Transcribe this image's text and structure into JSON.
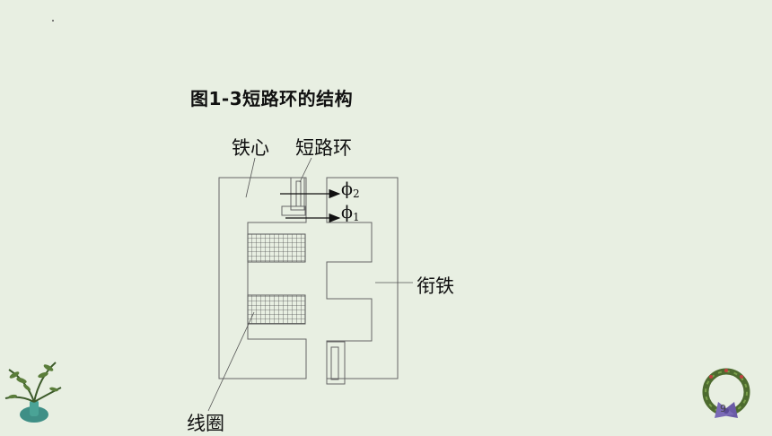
{
  "title": "图1-3短路环的结构",
  "labels": {
    "core": "铁心",
    "shading_ring": "短路环",
    "armature": "衔铁",
    "coil": "线圈"
  },
  "flux": {
    "phi2_symbol": "ϕ",
    "phi2_sub": "2",
    "phi1_symbol": "ϕ",
    "phi1_sub": "1"
  },
  "page_number": "9",
  "icons": [
    "fern-plant-icon",
    "wreath-icon"
  ],
  "colors": {
    "background": "#e8efe2",
    "line": "#666666"
  }
}
